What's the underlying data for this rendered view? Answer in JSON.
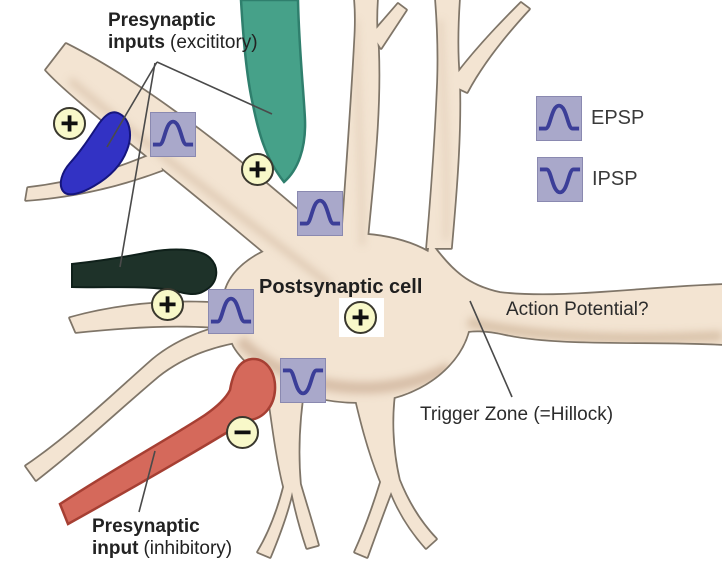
{
  "figure": {
    "description": "Synaptic integration diagram: a postsynaptic neuron receiving three excitatory presynaptic inputs and one inhibitory presynaptic input",
    "background": "#ffffff"
  },
  "labels": {
    "presynaptic_excitatory": {
      "line1": "Presynaptic",
      "line2_word": "inputs",
      "line2_paren": "(excititory)"
    },
    "postsynaptic_cell": "Postsynaptic cell",
    "action_potential": "Action Potential?",
    "trigger_zone": "Trigger Zone (=Hillock)",
    "presynaptic_inhibitory": {
      "line1": "Presynaptic",
      "line2_word": "input",
      "line2_paren": "(inhibitory)"
    }
  },
  "legend": {
    "epsp": "EPSP",
    "ipsp": "IPSP"
  },
  "signs": {
    "plus": "+",
    "minus": "−"
  },
  "synapses": [
    {
      "terminal": "blue-terminal",
      "type": "excitatory",
      "sign": "+",
      "psp": "EPSP",
      "color": "#3232c4"
    },
    {
      "terminal": "teal-terminal",
      "type": "excitatory",
      "sign": "+",
      "psp": "EPSP",
      "color": "#46a189"
    },
    {
      "terminal": "dark-green-terminal",
      "type": "excitatory",
      "sign": "+",
      "psp": "EPSP",
      "color": "#1e3229"
    },
    {
      "terminal": "red-terminal",
      "type": "inhibitory",
      "sign": "−",
      "psp": "IPSP",
      "color": "#d5695b"
    }
  ],
  "colors": {
    "cell_fill": "#f3e4d2",
    "cell_outline": "#7f7568",
    "cell_shading": "#c8ab90",
    "psp_box": "#a9a8ca",
    "psp_wave": "#3b3e98",
    "badge_fill": "#f8f8c9",
    "badge_border": "#3a382e",
    "pointer_line": "#4a4a4a",
    "text": "#1f1f1f"
  }
}
